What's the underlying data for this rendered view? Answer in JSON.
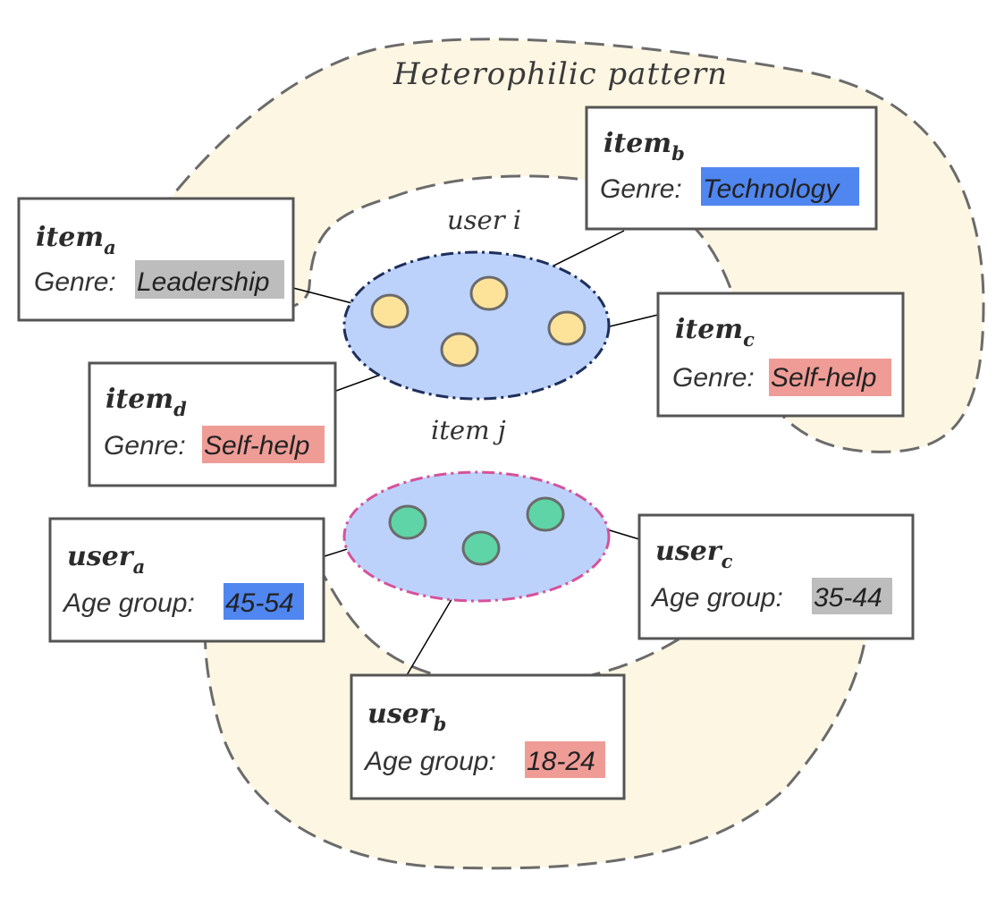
{
  "pattern": {
    "title": "Heterophilic pattern"
  },
  "clusters": {
    "user_i": {
      "label": "user i"
    },
    "item_j": {
      "label": "item j"
    }
  },
  "items": [
    {
      "key": "a",
      "name": "item",
      "sub": "a",
      "attr_label": "Genre",
      "sep": ":",
      "value": "Leadership",
      "color": "#bdbdbd"
    },
    {
      "key": "b",
      "name": "item",
      "sub": "b",
      "attr_label": "Genre",
      "sep": ":",
      "value": "Technology",
      "color": "#4f86f0"
    },
    {
      "key": "c",
      "name": "item",
      "sub": "c",
      "attr_label": "Genre",
      "sep": ":",
      "value": "Self-help",
      "color": "#ef9c97"
    },
    {
      "key": "d",
      "name": "item",
      "sub": "d",
      "attr_label": "Genre",
      "sep": ":",
      "value": "Self-help",
      "color": "#ef9c97"
    }
  ],
  "users": [
    {
      "key": "a",
      "name": "user",
      "sub": "a",
      "attr_label": "Age group",
      "sep": ":",
      "value": "45-54",
      "color": "#4f86f0"
    },
    {
      "key": "b",
      "name": "user",
      "sub": "b",
      "attr_label": "Age group",
      "sep": ":",
      "value": "18-24",
      "color": "#ef9c97"
    },
    {
      "key": "c",
      "name": "user",
      "sub": "c",
      "attr_label": "Age group",
      "sep": ":",
      "value": "35-44",
      "color": "#bdbdbd"
    }
  ],
  "colors": {
    "pattern_fill": "#fdf6e3",
    "pattern_stroke": "#6b6b6b",
    "cluster_fill": "#bcd2fa",
    "user_cluster_stroke": "#1f2f5c",
    "item_cluster_stroke": "#d6529a",
    "item_node_fill": "#fde39a",
    "user_node_fill": "#5fd4a6",
    "node_stroke": "#6b6b6b",
    "box_stroke": "#555555"
  }
}
